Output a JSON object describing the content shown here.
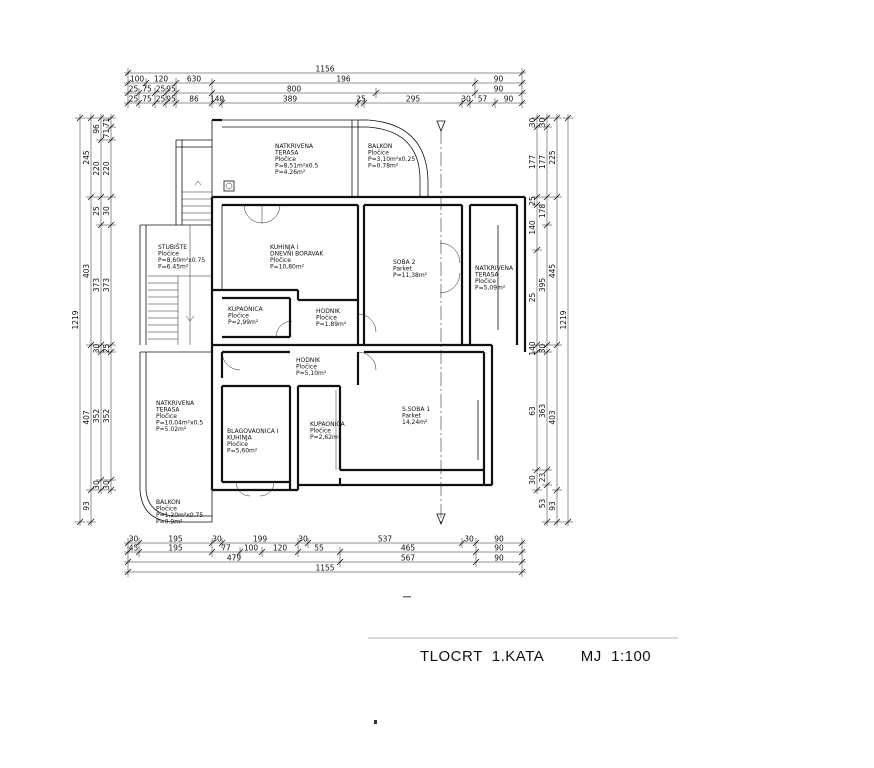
{
  "caption": {
    "title": "TLOCRT  1.KATA",
    "scale": "MJ  1:100"
  },
  "rooms": [
    {
      "id": "natkrivena-terasa-top",
      "lines": [
        "NATKRIVENA",
        "TERASA",
        "Pločice",
        "P=8,51m²x0.5",
        "P=4.26m²"
      ]
    },
    {
      "id": "balkon-top",
      "lines": [
        "BALKON",
        "Pločice",
        "P=3,10m²x0.25",
        "P=0.78m²"
      ]
    },
    {
      "id": "stubiste",
      "lines": [
        "STUBIŠTE",
        "Pločice",
        "P=8,60m²x0.75",
        "P=6.45m²"
      ]
    },
    {
      "id": "kuhinja-boravak",
      "lines": [
        "KUHINJA I",
        "DNEVNI BORAVAK",
        "Pločice",
        "P=10,80m²"
      ]
    },
    {
      "id": "soba-2",
      "lines": [
        "SOBA 2",
        "Parket",
        "P=11,38m²"
      ]
    },
    {
      "id": "natkrivena-terasa-right",
      "lines": [
        "NATKRIVENA",
        "TERASA",
        "Pločice",
        "P=5,09m²"
      ]
    },
    {
      "id": "kupaonica-1",
      "lines": [
        "KUPAONICA",
        "Pločice",
        "P=2,99m²"
      ]
    },
    {
      "id": "hodnik-1",
      "lines": [
        "HODNIK",
        "Pločice",
        "P=1,89m²"
      ]
    },
    {
      "id": "hodnik-2",
      "lines": [
        "HODNIK",
        "Pločice",
        "P=5,10m²"
      ]
    },
    {
      "id": "natkrivena-terasa-left",
      "lines": [
        "NATKRIVENA",
        "TERASA",
        "Pločice",
        "P=10,04m²x0.5",
        "P=5.02m²"
      ]
    },
    {
      "id": "blagovaonica",
      "lines": [
        "BLAGOVAONICA I",
        "KUHINJA",
        "Pločice",
        "P=5,60m²"
      ]
    },
    {
      "id": "kupaonica-2",
      "lines": [
        "KUPAONICA",
        "Pločice",
        "P=2,62m²"
      ]
    },
    {
      "id": "soba-1",
      "lines": [
        "S.SOBA 1",
        "Parket",
        "14,24m²"
      ]
    },
    {
      "id": "balkon-bottom",
      "lines": [
        "BALKON",
        "Pločice",
        "P=1,20m²x0.75",
        "P=0.9m²"
      ]
    }
  ],
  "dimensions": {
    "top_total": "1156",
    "top_row1": [
      "100",
      "120",
      "630",
      "196",
      "90"
    ],
    "top_row2": [
      "25",
      "75",
      "25",
      "95",
      "",
      "800",
      "",
      "90"
    ],
    "top_row3": [
      "25",
      "75",
      "25",
      "95",
      "86",
      "140",
      "389",
      "25",
      "295",
      "30",
      "57",
      "90"
    ],
    "bottom_row1": [
      "30",
      "195",
      "30",
      "199",
      "30",
      "537",
      "30",
      "90"
    ],
    "bottom_row2": [
      "45",
      "195",
      "77",
      "100",
      "120",
      "55",
      "465",
      "90"
    ],
    "bottom_row3": [
      "479",
      "567",
      "90"
    ],
    "bottom_total": "1155",
    "left_total": "1219",
    "left_outer": [
      "245",
      "403",
      "407",
      "93"
    ],
    "left_mid": [
      "96",
      "220",
      "25",
      "373",
      "30",
      "352",
      "30"
    ],
    "left_inner": [
      "71",
      "71",
      "220",
      "30",
      "373",
      "25",
      "352",
      "30"
    ],
    "right_total": "1219",
    "right_outer": [
      "225",
      "445",
      "403",
      "93"
    ],
    "right_mid": [
      "30",
      "177",
      "178",
      "395",
      "30",
      "363",
      "23",
      "53"
    ],
    "right_inner": [
      "30",
      "177",
      "25",
      "140",
      "25",
      "140",
      "63",
      "30"
    ]
  }
}
